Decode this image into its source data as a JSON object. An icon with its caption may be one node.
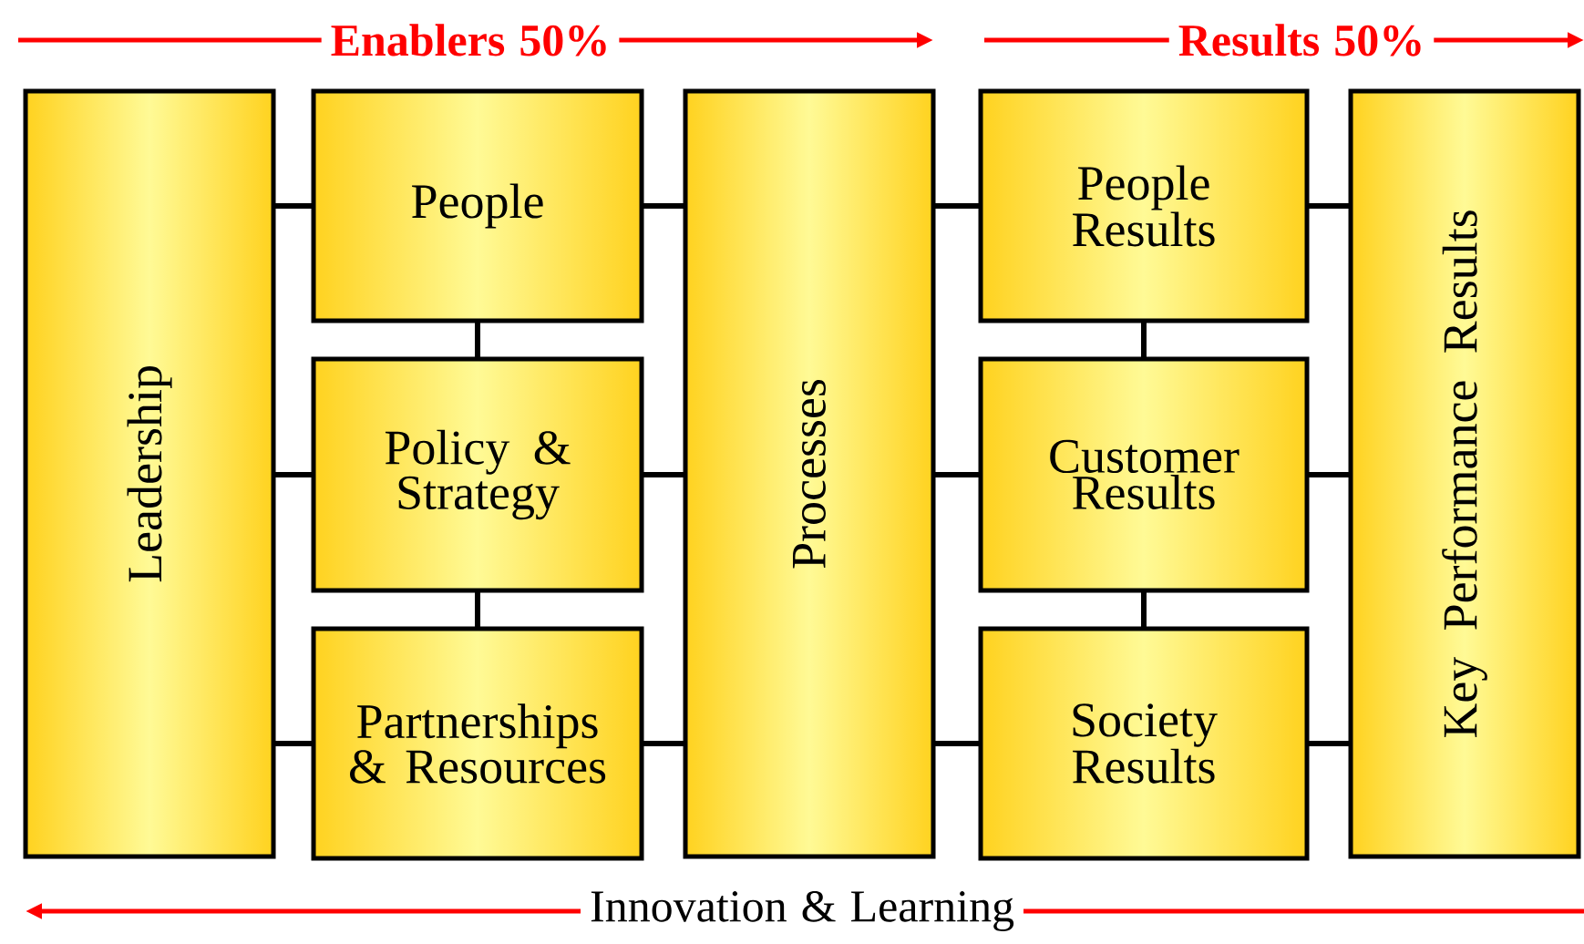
{
  "diagram": {
    "nodes": [
      {
        "text": [
          "Leadership"
        ]
      },
      {
        "text": [
          "People"
        ]
      },
      {
        "text": [
          "Policy & Strategy"
        ]
      },
      {
        "text": [
          "Partnerships & Resources"
        ]
      },
      {
        "text": [
          "Processes"
        ]
      },
      {
        "text": [
          "People Results"
        ]
      },
      {
        "text": [
          "Customer Results"
        ]
      },
      {
        "text": [
          "Society Results"
        ]
      },
      {
        "text": [
          "Key Performance Results"
        ]
      }
    ],
    "edges": [
      {
        "from": 0,
        "to": 1,
        "arrow": "none"
      },
      {
        "from": 0,
        "to": 2,
        "arrow": "none"
      },
      {
        "from": 0,
        "to": 3,
        "arrow": "none"
      },
      {
        "from": 1,
        "to": 2,
        "arrow": "none"
      },
      {
        "from": 2,
        "to": 3,
        "arrow": "none"
      },
      {
        "from": 1,
        "to": 4,
        "arrow": "none"
      },
      {
        "from": 2,
        "to": 4,
        "arrow": "none"
      },
      {
        "from": 3,
        "to": 4,
        "arrow": "none"
      },
      {
        "from": 4,
        "to": 5,
        "arrow": "none"
      },
      {
        "from": 4,
        "to": 6,
        "arrow": "none"
      },
      {
        "from": 4,
        "to": 7,
        "arrow": "none"
      },
      {
        "from": 5,
        "to": 6,
        "arrow": "none"
      },
      {
        "from": 6,
        "to": 7,
        "arrow": "none"
      },
      {
        "from": 5,
        "to": 8,
        "arrow": "none"
      },
      {
        "from": 6,
        "to": 8,
        "arrow": "none"
      },
      {
        "from": 7,
        "to": 8,
        "arrow": "none"
      }
    ],
    "labels": [
      "Enablers 50%",
      "Results 50%",
      "Innovation & Learning"
    ]
  }
}
